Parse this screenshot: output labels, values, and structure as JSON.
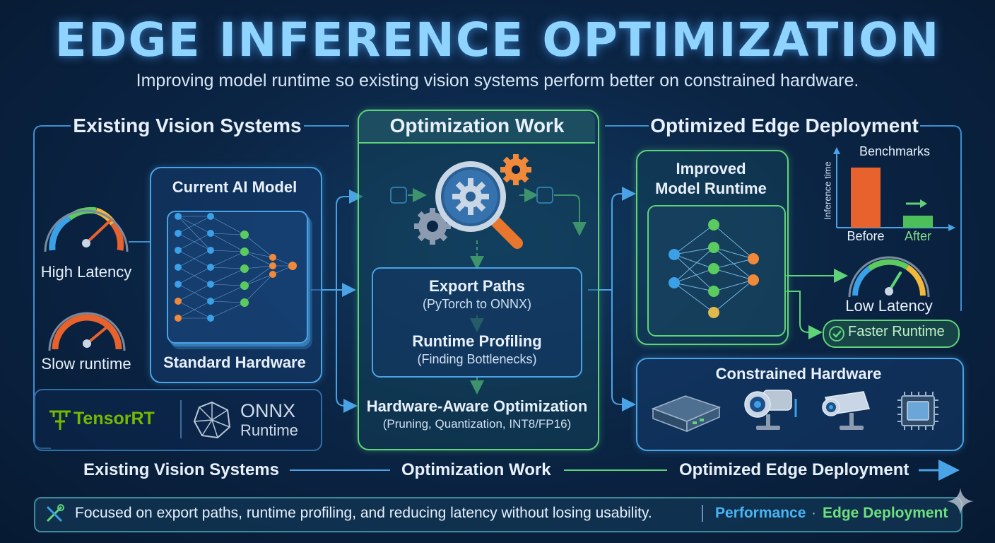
{
  "header": {
    "title": "EDGE INFERENCE OPTIMIZATION",
    "subtitle": "Improving model runtime so existing vision systems perform better on constrained hardware."
  },
  "existing": {
    "title": "Existing Vision Systems",
    "high_latency": "High Latency",
    "slow_runtime": "Slow runtime",
    "model_title": "Current AI Model",
    "hardware": "Standard Hardware",
    "logos": {
      "tensorrt": "TensorRT",
      "onnx_line1": "ONNX",
      "onnx_line2": "Runtime"
    }
  },
  "optimization": {
    "title": "Optimization Work",
    "steps": [
      {
        "title": "Export Paths",
        "detail": "(PyTorch to ONNX)"
      },
      {
        "title": "Runtime Profiling",
        "detail": "(Finding Bottlenecks)"
      },
      {
        "title": "Hardware-Aware Optimization",
        "detail": "(Pruning, Quantization, INT8/FP16)"
      }
    ]
  },
  "deployment": {
    "title": "Optimized Edge Deployment",
    "improved_line1": "Improved",
    "improved_line2": "Model Runtime",
    "benchmarks": {
      "title": "Benchmarks",
      "ylabel": "Inference time",
      "before_label": "Before",
      "after_label": "After",
      "before_value": 0.85,
      "after_value": 0.17
    },
    "low_latency": "Low Latency",
    "faster_runtime": "Faster Runtime",
    "constrained_hardware": "Constrained Hardware"
  },
  "flow": {
    "step1": "Existing Vision Systems",
    "step2": "Optimization Work",
    "step3": "Optimized Edge Deployment"
  },
  "footer": {
    "text": "Focused on export paths, runtime profiling, and reducing latency without losing usability.",
    "tag1": "Performance",
    "sep": "·",
    "tag2": "Edge Deployment"
  },
  "colors": {
    "blue": "#4aa3e6",
    "green": "#5fd37a",
    "orange": "#e8622d",
    "node_blue": "#3aa0e8",
    "node_green": "#5ccb5f",
    "node_orange": "#f08a3a"
  }
}
